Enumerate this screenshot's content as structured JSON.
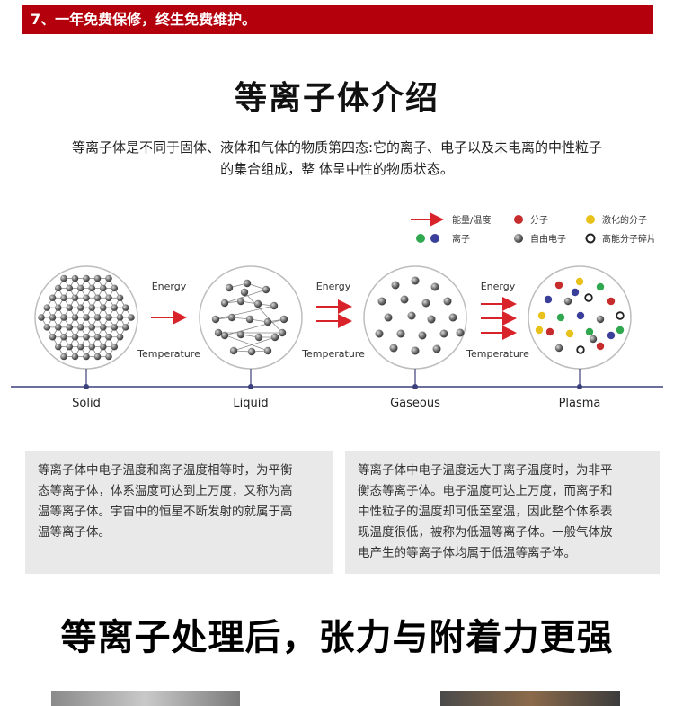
{
  "banner": {
    "text": "7、一年免费保修，终生免费维护。"
  },
  "section": {
    "title": "等离子体介绍",
    "intro_line1": "等离子体是不同于固体、液体和气体的物质第四态:它的离子、电子以及未电离的中性粒子",
    "intro_line2": "的集合组成，整 体呈中性的物质状态。"
  },
  "legend": {
    "energy_temp": "能量/温度",
    "molecule": "分子",
    "excited_molecule": "激化的分子",
    "ion": "离子",
    "free_electron": "自由电子",
    "fragment": "高能分子碎片"
  },
  "states": {
    "solid": "Solid",
    "liquid": "Liquid",
    "gaseous": "Gaseous",
    "plasma": "Plasma"
  },
  "arrow_labels": {
    "energy": "Energy",
    "temperature": "Temperature"
  },
  "boxes": {
    "left": {
      "l1": "等离子体中电子温度和离子温度相等时，为平衡",
      "l2": "态等离子体，体系温度可达到上万度，又称为高",
      "l3": "温等离子体。宇宙中的恒星不断发射的就属于高",
      "l4": "温等离子体。"
    },
    "right": {
      "l1": "等离子体中电子温度远大于离子温度时，为非平",
      "l2": "衡态等离子体。电子温度可达上万度，而离子和",
      "l3": "中性粒子的温度却可低至室温，因此整个体系表",
      "l4": "现温度很低，被称为低温等离子体。一般气体放",
      "l5": "电产生的等离子体均属于低温等离子体。"
    }
  },
  "headline": {
    "text": "等离子处理后，张力与附着力更强"
  },
  "colors": {
    "banner": "#b3000c",
    "arrow": "#d9232b",
    "timeline": "#3b3f7a"
  }
}
